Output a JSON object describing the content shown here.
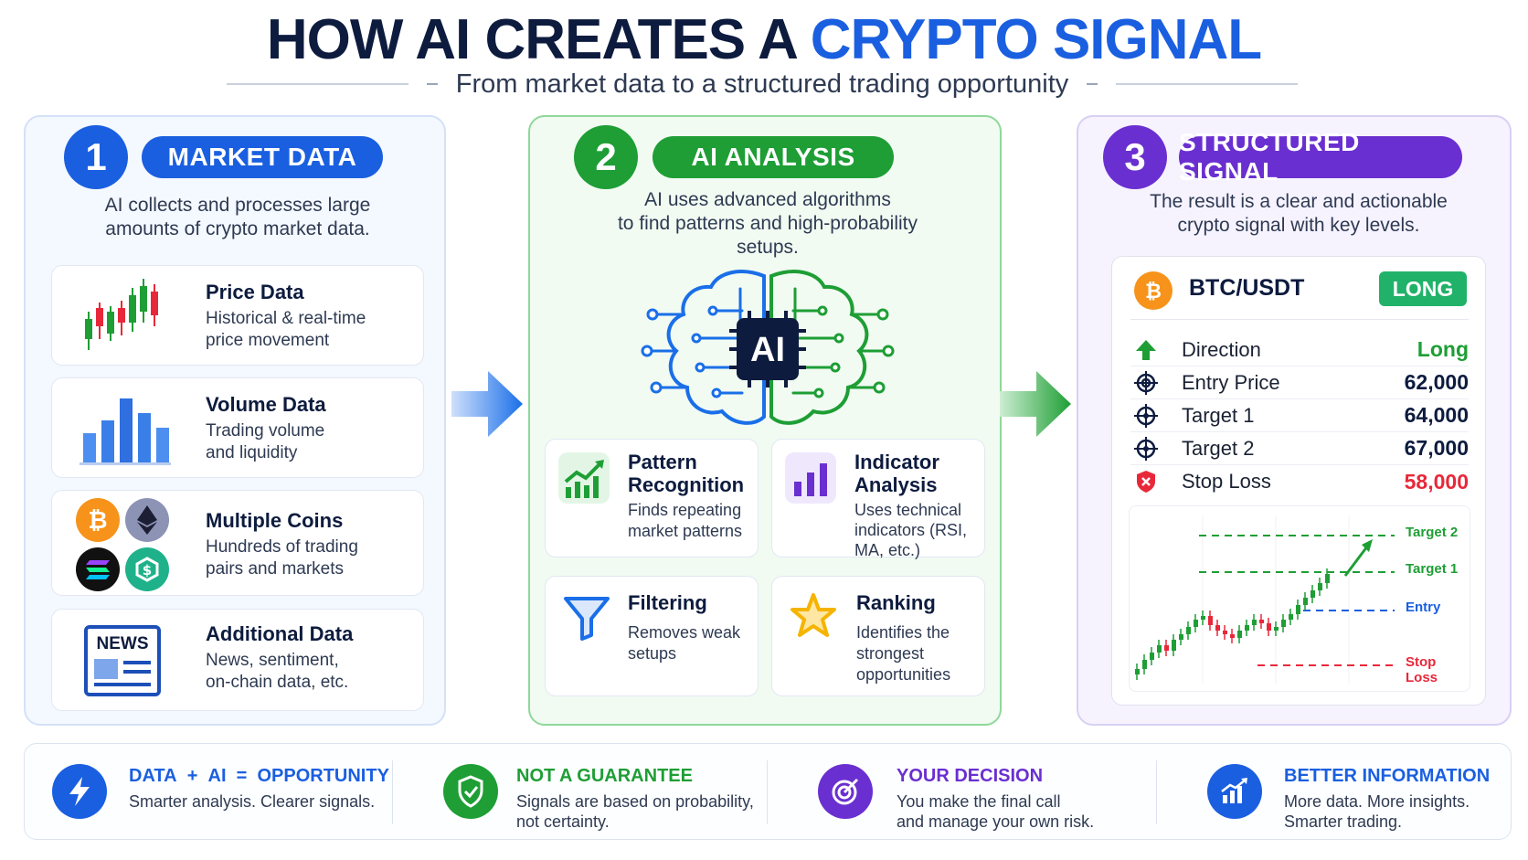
{
  "header": {
    "title_main": "HOW AI CREATES A ",
    "title_accent": "CRYPTO SIGNAL",
    "subtitle": "From market data to a structured trading opportunity"
  },
  "step1": {
    "number": "1",
    "label": "MARKET DATA",
    "desc_line1": "AI collects and processes large",
    "desc_line2": "amounts of crypto market data.",
    "cards": [
      {
        "title": "Price Data",
        "line1": "Historical & real-time",
        "line2": "price movement"
      },
      {
        "title": "Volume Data",
        "line1": "Trading volume",
        "line2": "and liquidity"
      },
      {
        "title": "Multiple Coins",
        "line1": "Hundreds of trading",
        "line2": "pairs and markets"
      },
      {
        "title": "Additional Data",
        "line1": "News, sentiment,",
        "line2": "on-chain data, etc."
      }
    ],
    "news_icon_text": "NEWS"
  },
  "step2": {
    "number": "2",
    "label": "AI ANALYSIS",
    "desc_line1": "AI uses advanced algorithms",
    "desc_line2": "to find patterns and high-probability",
    "desc_line3": "setups.",
    "chip_text": "AI",
    "cards": [
      {
        "title1": "Pattern",
        "title2": "Recognition",
        "line1": "Finds repeating",
        "line2": "market patterns"
      },
      {
        "title1": "Indicator",
        "title2": "Analysis",
        "line1": "Uses technical",
        "line2": "indicators (RSI,",
        "line3": "MA, etc.)"
      },
      {
        "title1": "Filtering",
        "line1": "Removes weak",
        "line2": "setups"
      },
      {
        "title1": "Ranking",
        "line1": "Identifies the",
        "line2": "strongest",
        "line3": "opportunities"
      }
    ]
  },
  "step3": {
    "number": "3",
    "label": "STRUCTURED SIGNAL",
    "desc_line1": "The result is a clear and actionable",
    "desc_line2": "crypto signal with key levels.",
    "pair": "BTC/USDT",
    "badge": "LONG",
    "rows": [
      {
        "label": "Direction",
        "value": "Long"
      },
      {
        "label": "Entry Price",
        "value": "62,000"
      },
      {
        "label": "Target 1",
        "value": "64,000"
      },
      {
        "label": "Target 2",
        "value": "67,000"
      },
      {
        "label": "Stop Loss",
        "value": "58,000"
      }
    ],
    "chart_labels": {
      "target2": "Target 2",
      "target1": "Target 1",
      "entry": "Entry",
      "stop": "Stop Loss"
    }
  },
  "footer": [
    {
      "h1": "DATA",
      "h2": "+",
      "h3": "AI",
      "h4": "=",
      "h5": "OPPORTUNITY",
      "line1": "Smarter analysis. Clearer signals."
    },
    {
      "h": "NOT A GUARANTEE",
      "line1": "Signals are based on probability,",
      "line2": "not certainty."
    },
    {
      "h": "YOUR DECISION",
      "line1": "You make the final call",
      "line2": "and manage your own risk."
    },
    {
      "h": "BETTER INFORMATION",
      "line1": "More data. More insights.",
      "line2": "Smarter trading."
    }
  ],
  "colors": {
    "blue": "#1a5fe0",
    "green": "#1e9e35",
    "purple": "#6a2fd0",
    "red": "#e8283a",
    "navy": "#0d1b3e"
  }
}
